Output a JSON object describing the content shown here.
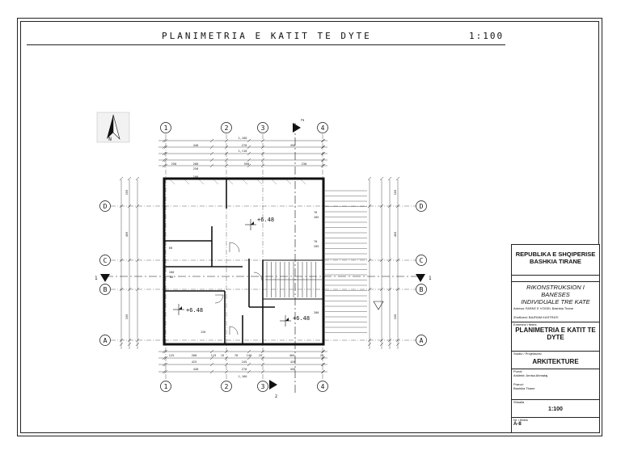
{
  "sheet": {
    "title": "PLANIMETRIA E KATIT TE DYTE",
    "scale": "1:100",
    "north_label": "N"
  },
  "grid": {
    "top_numbers": [
      "1",
      "2",
      "3",
      "4"
    ],
    "bottom_numbers": [
      "1",
      "2",
      "3",
      "4"
    ],
    "left_letters": [
      "D",
      "C",
      "B",
      "A"
    ],
    "right_letters": [
      "D",
      "C",
      "B",
      "A"
    ],
    "section_top": "2",
    "section_bottom": "2",
    "section_left": "1",
    "section_right": "1"
  },
  "dimensions": {
    "top_total": "1,160",
    "top_row2_total": "1,110",
    "top_bays": [
      "440",
      "270",
      "450"
    ],
    "top_row3": [
      "250",
      "200",
      "590",
      "230"
    ],
    "top_row4": [
      "100",
      "250",
      "100"
    ],
    "bottom_row1": [
      "125",
      "200",
      "115",
      "15",
      "70",
      "140",
      "25",
      "405",
      "20"
    ],
    "bottom_row2": [
      "425",
      "245",
      "420"
    ],
    "bottom_bays": [
      "440",
      "270",
      "450"
    ],
    "bottom_total": "1,160",
    "left_outer": [
      "100",
      "400",
      "100"
    ],
    "right_outer": [
      "100",
      "400",
      "100"
    ]
  },
  "levels": [
    "+6.48",
    "+6.48",
    "+6.48"
  ],
  "room_labels": [
    "70",
    "205",
    "70",
    "205",
    "60",
    "200",
    "200",
    "80",
    "120"
  ],
  "title_block": {
    "authority_line1": "REPUBLIKA E SHQIPERISE",
    "authority_line2": "BASHKIA TIRANE",
    "project_line1": "RIKONSTRUKSION I BANESES",
    "project_line2": "INDIVIDUALE TRE KATE",
    "address": "Adresa: FARKE E VOGEL Bashkia Tirane",
    "owner": "Zhvilluesi: BAJRAM KASTRATI",
    "sheet_label": "Emertimi i fletes",
    "sheet_title_line1": "PLANIMETRIA E KATIT TE",
    "sheet_title_line2": "DYTE",
    "studio_label": "Studio / Projektuesi",
    "discipline": "ARKITEKTURE",
    "designed_label": "Punoi:",
    "designed_by": "Arkitekt: Arnisa Ahmataj",
    "approved_label": "Pranoi:",
    "approved_by": "Bashkia Tirane",
    "scale_label": "Shkalla",
    "scale_value": "1:100",
    "sheet_no_label": "Nr. i fletes",
    "sheet_no": "A-8"
  }
}
